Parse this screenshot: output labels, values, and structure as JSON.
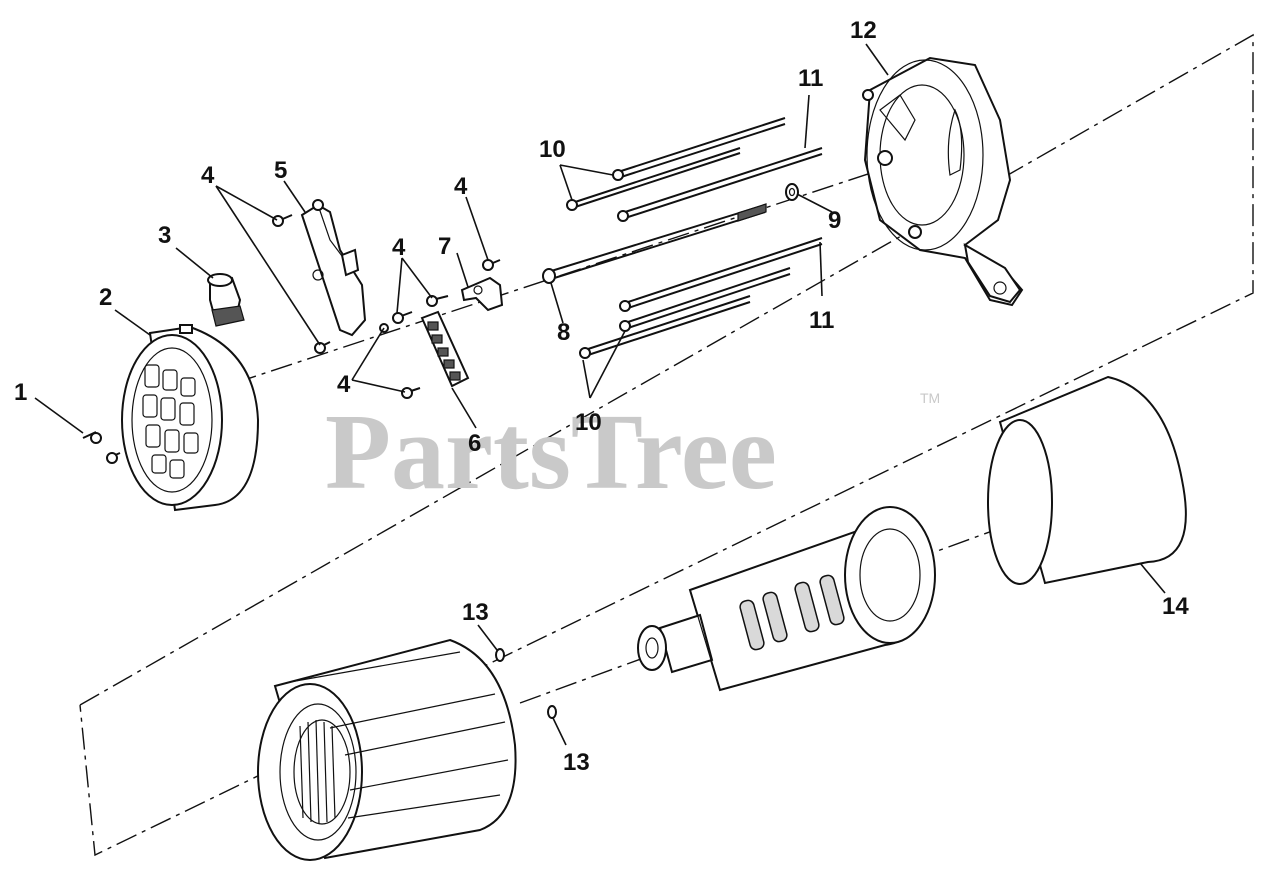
{
  "watermark": {
    "text": "PartsTree",
    "tm": "TM"
  },
  "callouts": {
    "c1": "1",
    "c2": "2",
    "c3": "3",
    "c4a": "4",
    "c4b": "4",
    "c4c": "4",
    "c4d": "4",
    "c5": "5",
    "c6": "6",
    "c7": "7",
    "c8": "8",
    "c9": "9",
    "c10a": "10",
    "c10b": "10",
    "c11a": "11",
    "c11b": "11",
    "c12": "12",
    "c13a": "13",
    "c13b": "13",
    "c14": "14"
  }
}
